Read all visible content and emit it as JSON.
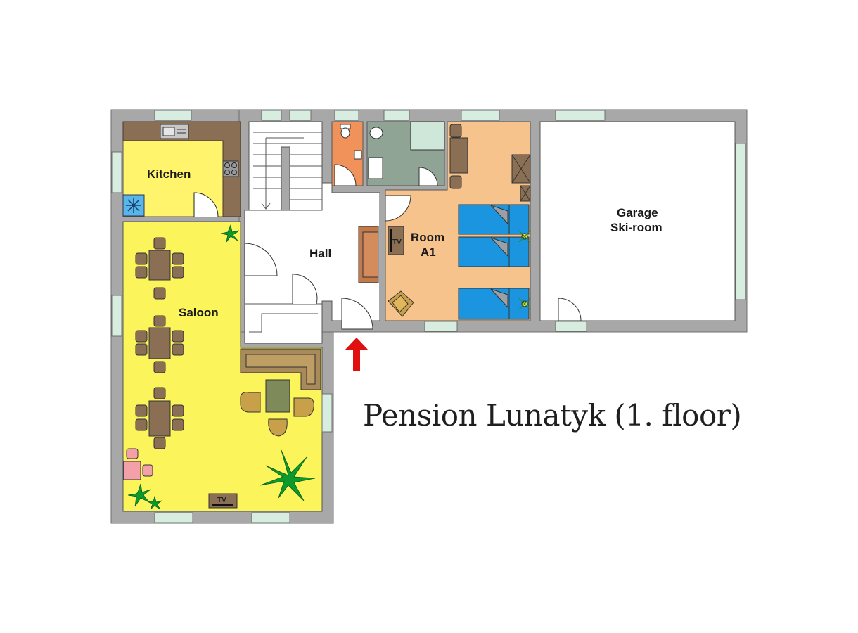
{
  "title": "Pension Lunatyk (1. floor)",
  "rooms": {
    "kitchen": "Kitchen",
    "saloon": "Saloon",
    "hall": "Hall",
    "room_a1_line1": "Room",
    "room_a1_line2": "A1",
    "garage_line1": "Garage",
    "garage_line2": "Ski-room"
  },
  "tv_labels": {
    "saloon_tv": "TV",
    "room_tv": "TV"
  },
  "colors": {
    "wall": "#a8a8a8",
    "kitchen_floor": "#fff46b",
    "saloon_floor": "#fbf55b",
    "room_floor": "#f7c38d",
    "wc_floor": "#f0925a",
    "bathroom_floor": "#8fa494",
    "counter": "#8a6f54",
    "bed_blue": "#1b95e0",
    "plant_green": "#0c9a2c",
    "entrance_arrow": "#e01010",
    "window": "#d6ede0"
  },
  "icons": [
    "snowflake-icon",
    "entrance-arrow-icon",
    "plant-icon",
    "tv-icon",
    "lamp-icon"
  ]
}
